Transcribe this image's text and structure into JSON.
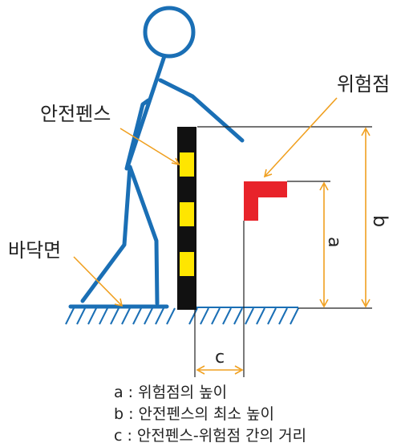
{
  "labels": {
    "fence": "안전펜스",
    "hazard": "위험점",
    "floor": "바닥면",
    "a": "a",
    "b": "b",
    "c": "c"
  },
  "legend": [
    "a : 위험점의 높이",
    "b : 안전펜스의 최소 높이",
    "c : 안전펜스-위험점 간의 거리"
  ],
  "colors": {
    "person": "#1a6fb5",
    "leader": "#f0a020",
    "hazard": "#e8232a",
    "fence_stripe": "#ffe600",
    "fence_body": "#111111",
    "line": "#222222"
  }
}
